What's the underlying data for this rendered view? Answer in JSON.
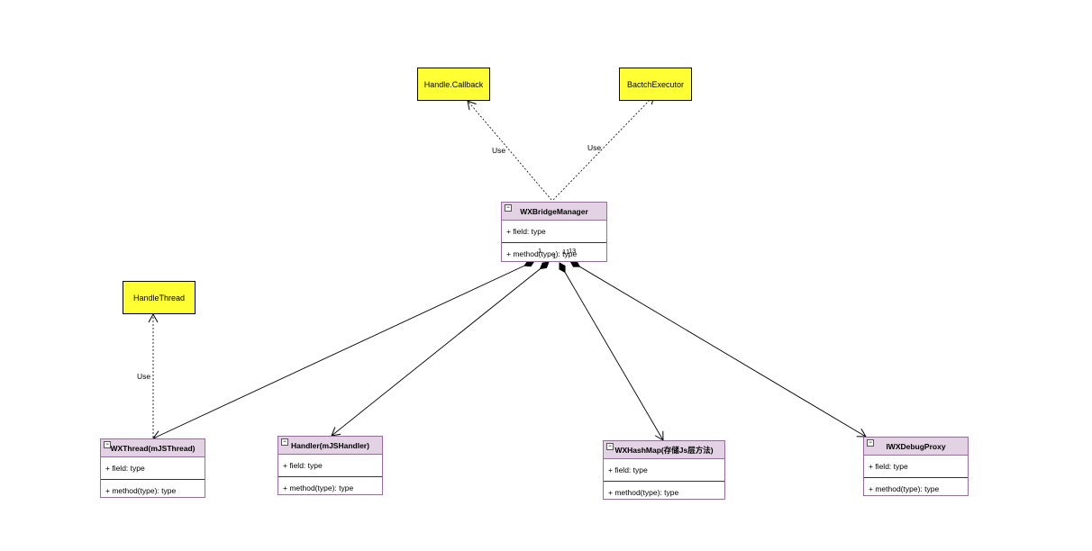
{
  "notes": {
    "handle_callback": "Handle.Callback",
    "batch_executor": "BactchExecutor",
    "handle_thread": "HandleThread"
  },
  "classes": {
    "bridge_manager": {
      "name": "WXBridgeManager",
      "field": "+ field: type",
      "method": "+ method(type): type"
    },
    "wx_thread": {
      "name": "WXThread(mJSThread)",
      "field": "+ field: type",
      "method": "+ method(type): type"
    },
    "handler": {
      "name": "Handler(mJSHandler)",
      "field": "+ field: type",
      "method": "+ method(type): type"
    },
    "hashmap": {
      "name": "WXHashMap(存储Js层方法)",
      "field": "+ field: type",
      "method": "+ method(type): type"
    },
    "debug_proxy": {
      "name": "IWXDebugProxy",
      "field": "+ field: type",
      "method": "+ method(type): type"
    }
  },
  "edge_labels": {
    "use_callback": "Use",
    "use_executor": "Use",
    "use_thread": "Use",
    "mult_1": "1",
    "mult_2": "1",
    "mult_3": "1",
    "mult_4": "1",
    "mult_5": "1",
    "mult_6": "3"
  },
  "colors": {
    "note_fill": "#ffff33",
    "class_header": "#e3d2e4",
    "class_border": "#9b6aa6"
  }
}
